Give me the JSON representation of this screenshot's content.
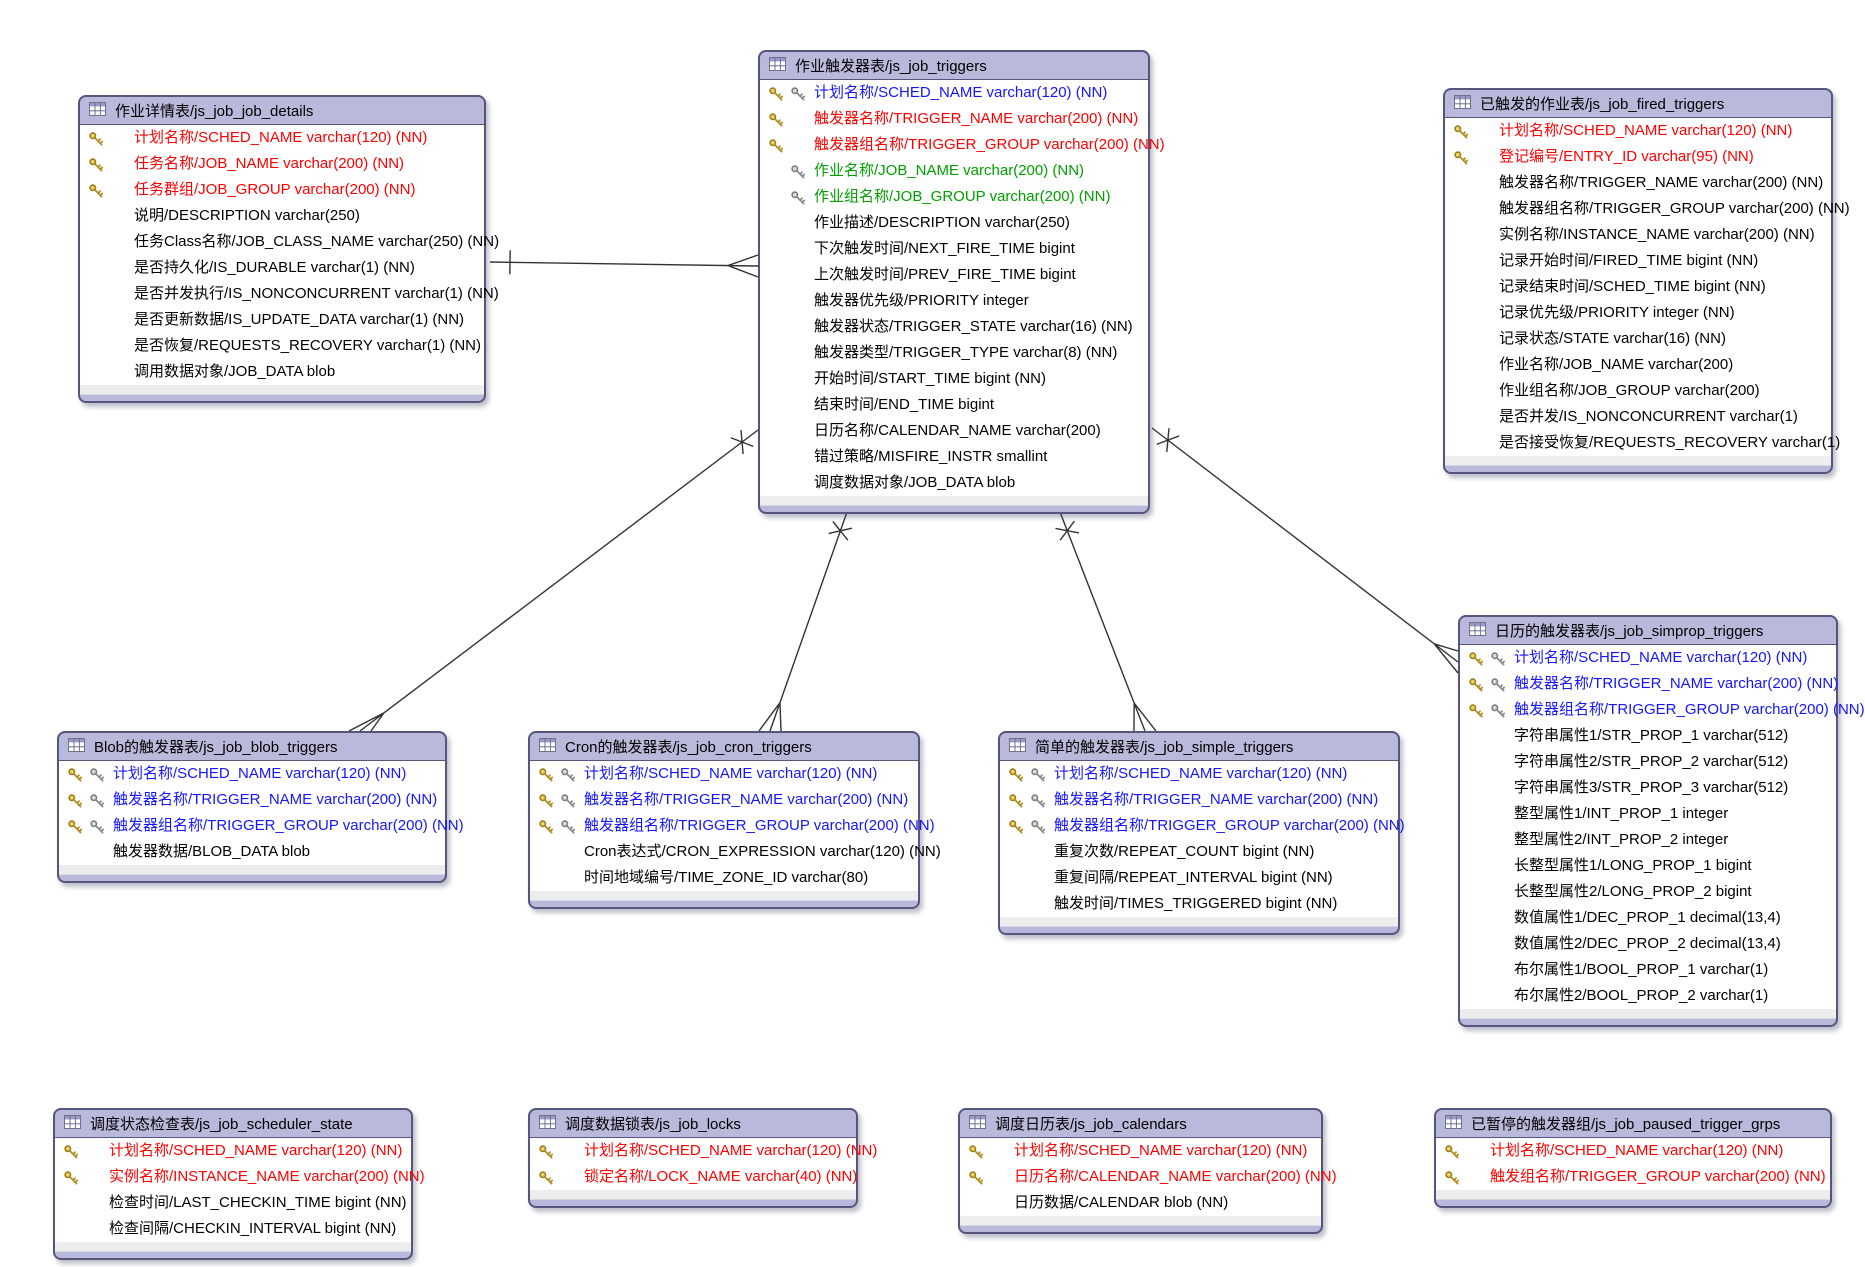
{
  "diagram": {
    "colors": {
      "red": "#ff0000",
      "blue": "#1515ff",
      "green": "#00a000",
      "black": "#000000",
      "header_fill": "#b9b9db",
      "table_border": "#55557e",
      "line": "#333333"
    },
    "tables": [
      {
        "id": "js_job_job_details",
        "title": "作业详情表/js_job_job_details",
        "fields": [
          {
            "text": "计划名称/SCHED_NAME varchar(120) (NN)",
            "color": "red",
            "keys": [
              {
                "type": "pk",
                "slot": 1
              }
            ]
          },
          {
            "text": "任务名称/JOB_NAME varchar(200) (NN)",
            "color": "red",
            "keys": [
              {
                "type": "pk",
                "slot": 1
              }
            ]
          },
          {
            "text": "任务群组/JOB_GROUP varchar(200) (NN)",
            "color": "red",
            "keys": [
              {
                "type": "pk",
                "slot": 1
              }
            ]
          },
          {
            "text": "说明/DESCRIPTION varchar(250)",
            "color": "black",
            "keys": []
          },
          {
            "text": "任务Class名称/JOB_CLASS_NAME varchar(250) (NN)",
            "color": "black",
            "keys": []
          },
          {
            "text": "是否持久化/IS_DURABLE varchar(1) (NN)",
            "color": "black",
            "keys": []
          },
          {
            "text": "是否并发执行/IS_NONCONCURRENT varchar(1) (NN)",
            "color": "black",
            "keys": []
          },
          {
            "text": "是否更新数据/IS_UPDATE_DATA varchar(1) (NN)",
            "color": "black",
            "keys": []
          },
          {
            "text": "是否恢复/REQUESTS_RECOVERY varchar(1) (NN)",
            "color": "black",
            "keys": []
          },
          {
            "text": "调用数据对象/JOB_DATA blob",
            "color": "black",
            "keys": []
          }
        ]
      },
      {
        "id": "js_job_triggers",
        "title": "作业触发器表/js_job_triggers",
        "fields": [
          {
            "text": "计划名称/SCHED_NAME varchar(120) (NN)",
            "color": "blue",
            "keys": [
              {
                "type": "pk",
                "slot": 1
              },
              {
                "type": "fk",
                "slot": 2
              }
            ]
          },
          {
            "text": "触发器名称/TRIGGER_NAME varchar(200) (NN)",
            "color": "red",
            "keys": [
              {
                "type": "pk",
                "slot": 1
              }
            ]
          },
          {
            "text": "触发器组名称/TRIGGER_GROUP varchar(200) (NN)",
            "color": "red",
            "keys": [
              {
                "type": "pk",
                "slot": 1
              }
            ]
          },
          {
            "text": "作业名称/JOB_NAME varchar(200) (NN)",
            "color": "green",
            "keys": [
              {
                "type": "fk",
                "slot": 2
              }
            ]
          },
          {
            "text": "作业组名称/JOB_GROUP varchar(200) (NN)",
            "color": "green",
            "keys": [
              {
                "type": "fk",
                "slot": 2
              }
            ]
          },
          {
            "text": "作业描述/DESCRIPTION varchar(250)",
            "color": "black",
            "keys": []
          },
          {
            "text": "下次触发时间/NEXT_FIRE_TIME bigint",
            "color": "black",
            "keys": []
          },
          {
            "text": "上次触发时间/PREV_FIRE_TIME bigint",
            "color": "black",
            "keys": []
          },
          {
            "text": "触发器优先级/PRIORITY integer",
            "color": "black",
            "keys": []
          },
          {
            "text": "触发器状态/TRIGGER_STATE varchar(16) (NN)",
            "color": "black",
            "keys": []
          },
          {
            "text": "触发器类型/TRIGGER_TYPE varchar(8) (NN)",
            "color": "black",
            "keys": []
          },
          {
            "text": "开始时间/START_TIME bigint (NN)",
            "color": "black",
            "keys": []
          },
          {
            "text": "结束时间/END_TIME bigint",
            "color": "black",
            "keys": []
          },
          {
            "text": "日历名称/CALENDAR_NAME varchar(200)",
            "color": "black",
            "keys": []
          },
          {
            "text": "错过策略/MISFIRE_INSTR smallint",
            "color": "black",
            "keys": []
          },
          {
            "text": "调度数据对象/JOB_DATA blob",
            "color": "black",
            "keys": []
          }
        ]
      },
      {
        "id": "js_job_fired_triggers",
        "title": "已触发的作业表/js_job_fired_triggers",
        "fields": [
          {
            "text": "计划名称/SCHED_NAME varchar(120) (NN)",
            "color": "red",
            "keys": [
              {
                "type": "pk",
                "slot": 1
              }
            ]
          },
          {
            "text": "登记编号/ENTRY_ID varchar(95) (NN)",
            "color": "red",
            "keys": [
              {
                "type": "pk",
                "slot": 1
              }
            ]
          },
          {
            "text": "触发器名称/TRIGGER_NAME varchar(200) (NN)",
            "color": "black",
            "keys": []
          },
          {
            "text": "触发器组名称/TRIGGER_GROUP varchar(200) (NN)",
            "color": "black",
            "keys": []
          },
          {
            "text": "实例名称/INSTANCE_NAME varchar(200) (NN)",
            "color": "black",
            "keys": []
          },
          {
            "text": "记录开始时间/FIRED_TIME bigint (NN)",
            "color": "black",
            "keys": []
          },
          {
            "text": "记录结束时间/SCHED_TIME bigint (NN)",
            "color": "black",
            "keys": []
          },
          {
            "text": "记录优先级/PRIORITY integer (NN)",
            "color": "black",
            "keys": []
          },
          {
            "text": "记录状态/STATE varchar(16) (NN)",
            "color": "black",
            "keys": []
          },
          {
            "text": "作业名称/JOB_NAME varchar(200)",
            "color": "black",
            "keys": []
          },
          {
            "text": "作业组名称/JOB_GROUP varchar(200)",
            "color": "black",
            "keys": []
          },
          {
            "text": "是否并发/IS_NONCONCURRENT varchar(1)",
            "color": "black",
            "keys": []
          },
          {
            "text": "是否接受恢复/REQUESTS_RECOVERY varchar(1)",
            "color": "black",
            "keys": []
          }
        ]
      },
      {
        "id": "js_job_simprop_triggers",
        "title": "日历的触发器表/js_job_simprop_triggers",
        "fields": [
          {
            "text": "计划名称/SCHED_NAME varchar(120) (NN)",
            "color": "blue",
            "keys": [
              {
                "type": "pk",
                "slot": 1
              },
              {
                "type": "fk",
                "slot": 2
              }
            ]
          },
          {
            "text": "触发器名称/TRIGGER_NAME varchar(200) (NN)",
            "color": "blue",
            "keys": [
              {
                "type": "pk",
                "slot": 1
              },
              {
                "type": "fk",
                "slot": 2
              }
            ]
          },
          {
            "text": "触发器组名称/TRIGGER_GROUP varchar(200) (NN)",
            "color": "blue",
            "keys": [
              {
                "type": "pk",
                "slot": 1
              },
              {
                "type": "fk",
                "slot": 2
              }
            ]
          },
          {
            "text": "字符串属性1/STR_PROP_1 varchar(512)",
            "color": "black",
            "keys": []
          },
          {
            "text": "字符串属性2/STR_PROP_2 varchar(512)",
            "color": "black",
            "keys": []
          },
          {
            "text": "字符串属性3/STR_PROP_3 varchar(512)",
            "color": "black",
            "keys": []
          },
          {
            "text": "整型属性1/INT_PROP_1 integer",
            "color": "black",
            "keys": []
          },
          {
            "text": "整型属性2/INT_PROP_2 integer",
            "color": "black",
            "keys": []
          },
          {
            "text": "长整型属性1/LONG_PROP_1 bigint",
            "color": "black",
            "keys": []
          },
          {
            "text": "长整型属性2/LONG_PROP_2 bigint",
            "color": "black",
            "keys": []
          },
          {
            "text": "数值属性1/DEC_PROP_1 decimal(13,4)",
            "color": "black",
            "keys": []
          },
          {
            "text": "数值属性2/DEC_PROP_2 decimal(13,4)",
            "color": "black",
            "keys": []
          },
          {
            "text": "布尔属性1/BOOL_PROP_1 varchar(1)",
            "color": "black",
            "keys": []
          },
          {
            "text": "布尔属性2/BOOL_PROP_2 varchar(1)",
            "color": "black",
            "keys": []
          }
        ]
      },
      {
        "id": "js_job_blob_triggers",
        "title": "Blob的触发器表/js_job_blob_triggers",
        "fields": [
          {
            "text": "计划名称/SCHED_NAME varchar(120) (NN)",
            "color": "blue",
            "keys": [
              {
                "type": "pk",
                "slot": 1
              },
              {
                "type": "fk",
                "slot": 2
              }
            ]
          },
          {
            "text": "触发器名称/TRIGGER_NAME varchar(200) (NN)",
            "color": "blue",
            "keys": [
              {
                "type": "pk",
                "slot": 1
              },
              {
                "type": "fk",
                "slot": 2
              }
            ]
          },
          {
            "text": "触发器组名称/TRIGGER_GROUP varchar(200) (NN)",
            "color": "blue",
            "keys": [
              {
                "type": "pk",
                "slot": 1
              },
              {
                "type": "fk",
                "slot": 2
              }
            ]
          },
          {
            "text": "触发器数据/BLOB_DATA blob",
            "color": "black",
            "keys": []
          }
        ]
      },
      {
        "id": "js_job_cron_triggers",
        "title": "Cron的触发器表/js_job_cron_triggers",
        "fields": [
          {
            "text": "计划名称/SCHED_NAME varchar(120) (NN)",
            "color": "blue",
            "keys": [
              {
                "type": "pk",
                "slot": 1
              },
              {
                "type": "fk",
                "slot": 2
              }
            ]
          },
          {
            "text": "触发器名称/TRIGGER_NAME varchar(200) (NN)",
            "color": "blue",
            "keys": [
              {
                "type": "pk",
                "slot": 1
              },
              {
                "type": "fk",
                "slot": 2
              }
            ]
          },
          {
            "text": "触发器组名称/TRIGGER_GROUP varchar(200) (NN)",
            "color": "blue",
            "keys": [
              {
                "type": "pk",
                "slot": 1
              },
              {
                "type": "fk",
                "slot": 2
              }
            ]
          },
          {
            "text": "Cron表达式/CRON_EXPRESSION varchar(120) (NN)",
            "color": "black",
            "keys": []
          },
          {
            "text": "时间地域编号/TIME_ZONE_ID varchar(80)",
            "color": "black",
            "keys": []
          }
        ]
      },
      {
        "id": "js_job_simple_triggers",
        "title": "简单的触发器表/js_job_simple_triggers",
        "fields": [
          {
            "text": "计划名称/SCHED_NAME varchar(120) (NN)",
            "color": "blue",
            "keys": [
              {
                "type": "pk",
                "slot": 1
              },
              {
                "type": "fk",
                "slot": 2
              }
            ]
          },
          {
            "text": "触发器名称/TRIGGER_NAME varchar(200) (NN)",
            "color": "blue",
            "keys": [
              {
                "type": "pk",
                "slot": 1
              },
              {
                "type": "fk",
                "slot": 2
              }
            ]
          },
          {
            "text": "触发器组名称/TRIGGER_GROUP varchar(200) (NN)",
            "color": "blue",
            "keys": [
              {
                "type": "pk",
                "slot": 1
              },
              {
                "type": "fk",
                "slot": 2
              }
            ]
          },
          {
            "text": "重复次数/REPEAT_COUNT bigint (NN)",
            "color": "black",
            "keys": []
          },
          {
            "text": "重复间隔/REPEAT_INTERVAL bigint (NN)",
            "color": "black",
            "keys": []
          },
          {
            "text": "触发时间/TIMES_TRIGGERED bigint (NN)",
            "color": "black",
            "keys": []
          }
        ]
      },
      {
        "id": "js_job_scheduler_state",
        "title": "调度状态检查表/js_job_scheduler_state",
        "fields": [
          {
            "text": "计划名称/SCHED_NAME varchar(120) (NN)",
            "color": "red",
            "keys": [
              {
                "type": "pk",
                "slot": 1
              }
            ]
          },
          {
            "text": "实例名称/INSTANCE_NAME varchar(200) (NN)",
            "color": "red",
            "keys": [
              {
                "type": "pk",
                "slot": 1
              }
            ]
          },
          {
            "text": "检查时间/LAST_CHECKIN_TIME bigint (NN)",
            "color": "black",
            "keys": []
          },
          {
            "text": "检查间隔/CHECKIN_INTERVAL bigint (NN)",
            "color": "black",
            "keys": []
          }
        ]
      },
      {
        "id": "js_job_locks",
        "title": "调度数据锁表/js_job_locks",
        "fields": [
          {
            "text": "计划名称/SCHED_NAME varchar(120) (NN)",
            "color": "red",
            "keys": [
              {
                "type": "pk",
                "slot": 1
              }
            ]
          },
          {
            "text": "锁定名称/LOCK_NAME varchar(40) (NN)",
            "color": "red",
            "keys": [
              {
                "type": "pk",
                "slot": 1
              }
            ]
          }
        ]
      },
      {
        "id": "js_job_calendars",
        "title": "调度日历表/js_job_calendars",
        "fields": [
          {
            "text": "计划名称/SCHED_NAME varchar(120) (NN)",
            "color": "red",
            "keys": [
              {
                "type": "pk",
                "slot": 1
              }
            ]
          },
          {
            "text": "日历名称/CALENDAR_NAME varchar(200) (NN)",
            "color": "red",
            "keys": [
              {
                "type": "pk",
                "slot": 1
              }
            ]
          },
          {
            "text": "日历数据/CALENDAR blob (NN)",
            "color": "black",
            "keys": []
          }
        ]
      },
      {
        "id": "js_job_paused_trigger_grps",
        "title": "已暂停的触发器组/js_job_paused_trigger_grps",
        "fields": [
          {
            "text": "计划名称/SCHED_NAME varchar(120) (NN)",
            "color": "red",
            "keys": [
              {
                "type": "pk",
                "slot": 1
              }
            ]
          },
          {
            "text": "触发组名称/TRIGGER_GROUP varchar(200) (NN)",
            "color": "red",
            "keys": [
              {
                "type": "pk",
                "slot": 1
              }
            ]
          }
        ]
      }
    ],
    "relationships": [
      {
        "from": "js_job_job_details",
        "to": "js_job_triggers",
        "cardinality": "one-to-many"
      },
      {
        "from": "js_job_triggers",
        "to": "js_job_blob_triggers",
        "cardinality": "one-to-many"
      },
      {
        "from": "js_job_triggers",
        "to": "js_job_cron_triggers",
        "cardinality": "one-to-many"
      },
      {
        "from": "js_job_triggers",
        "to": "js_job_simple_triggers",
        "cardinality": "one-to-many"
      },
      {
        "from": "js_job_triggers",
        "to": "js_job_simprop_triggers",
        "cardinality": "one-to-many"
      }
    ]
  }
}
